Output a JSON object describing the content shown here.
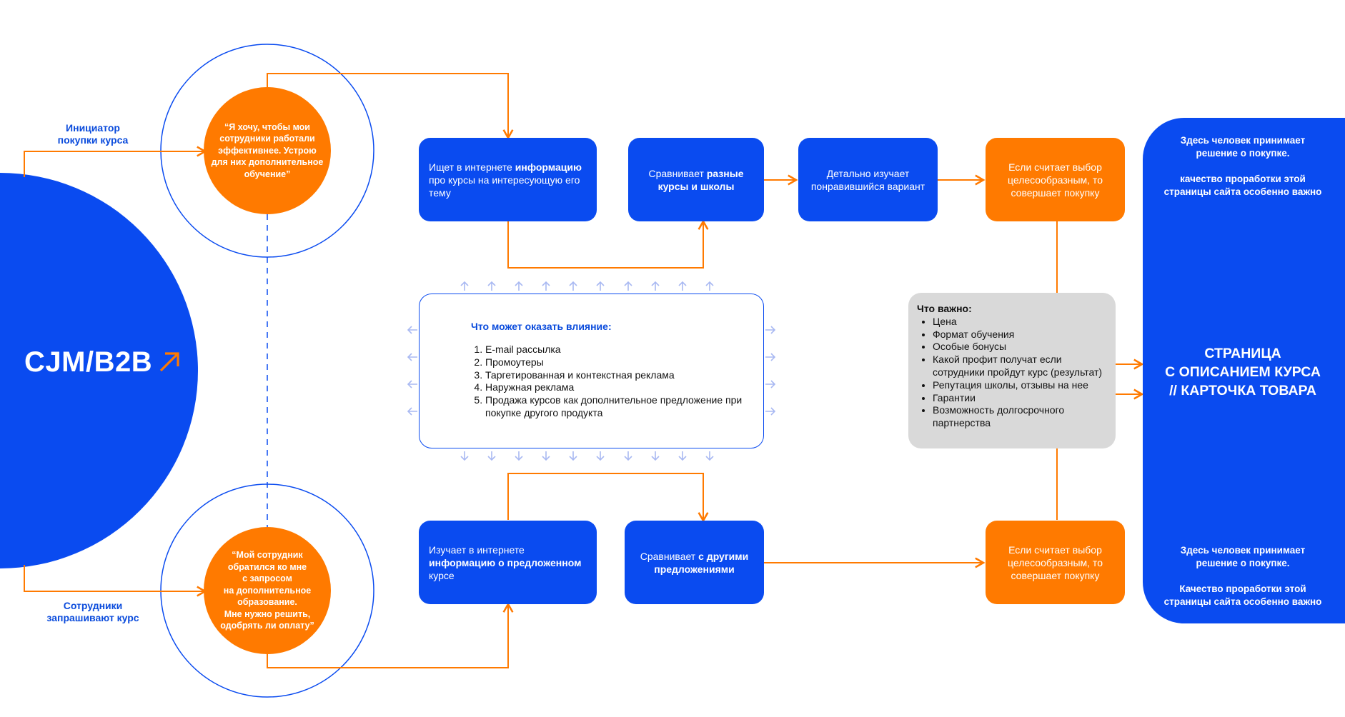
{
  "cjm": {
    "title": "CJM/B2B",
    "arrow_icon": "arrow-up-right-icon"
  },
  "colors": {
    "blue": "#0a4bf0",
    "orange": "#ff7a00",
    "gray": "#d9d9d9",
    "light_blue": "#a9b9f2"
  },
  "labels": {
    "initiator": [
      "Инициатор",
      "покупки курса"
    ],
    "employees": [
      "Сотрудники",
      "запрашивают курс"
    ]
  },
  "quotes": {
    "top": [
      "“Я хочу, чтобы мои",
      "сотрудники работали",
      "эффективнее. Устрою",
      "для них дополнительное",
      "обучение”"
    ],
    "bottom": [
      "“Мой сотрудник",
      "обратился ко мне",
      "с запросом",
      "на дополнительное",
      "образование.",
      "Мне нужно решить,",
      "одобрять ли оплату”"
    ]
  },
  "top_flow": {
    "search": {
      "a": "Ищет в интернете ",
      "b": "информацию",
      "c": "про курсы на интересующую его тему"
    },
    "compare": {
      "a": "Сравнивает ",
      "b": "разные курсы и школы"
    },
    "study": "Детально изучает понравившийся вариант",
    "decide": [
      "Если считает выбор",
      "целесообразным, то",
      "совершает покупку"
    ]
  },
  "bottom_flow": {
    "study": {
      "a": "Изучает в интернете ",
      "b": "информацию о предложенном",
      "c": " курсе"
    },
    "compare": {
      "a": "Сравнивает ",
      "b": "с другими предложениями"
    },
    "decide": [
      "Если считает выбор",
      "целесообразным, то",
      "совершает покупку"
    ]
  },
  "influence": {
    "title": "Что может оказать влияние:",
    "items": [
      "E-mail рассылка",
      "Промоутеры",
      "Таргетированная и контекстная реклама",
      "Наружная реклама",
      "Продажа курсов как дополнительное предложение при покупке другого продукта"
    ]
  },
  "important": {
    "title": "Что важно:",
    "items": [
      "Цена",
      "Формат обучения",
      "Особые бонусы",
      "Какой профит получат если сотрудники пройдут курс (результат)",
      "Репутация школы, отзывы на нее",
      "Гарантии",
      "Возможность долгосрочного партнерства"
    ]
  },
  "right_panel": {
    "top_text": [
      "Здесь человек принимает",
      "решение о покупке.",
      "",
      "качество проработки этой",
      "страницы сайта особенно важно"
    ],
    "title": [
      "СТРАНИЦА",
      "С ОПИСАНИЕМ КУРСА",
      "// КАРТОЧКА ТОВАРА"
    ],
    "bottom_text": [
      "Здесь человек принимает",
      "решение о покупке.",
      "",
      "Качество проработки этой",
      "страницы сайта особенно важно"
    ]
  }
}
